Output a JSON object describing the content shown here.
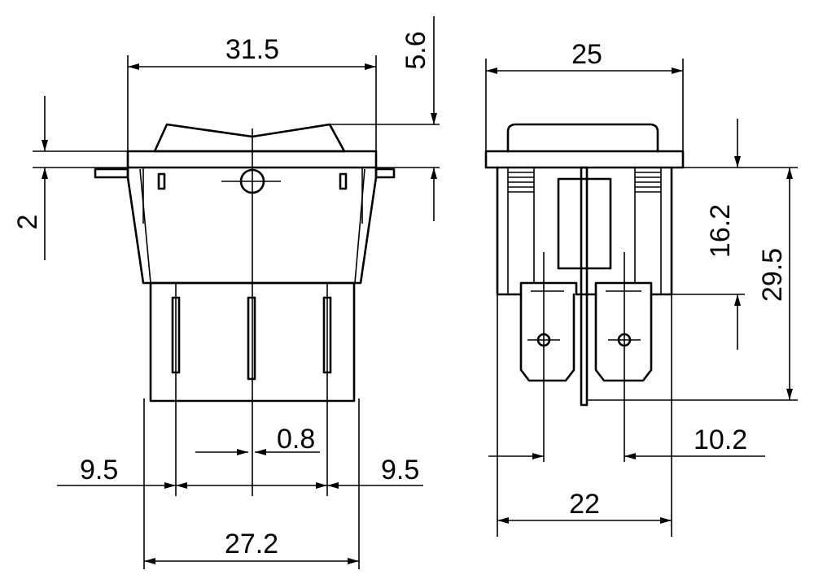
{
  "dimensions": {
    "front_width": "31.5",
    "rocker_height": "5.6",
    "flange_thickness": "2",
    "terminal_thickness": "0.8",
    "terminal_pitch_left": "9.5",
    "terminal_pitch_right": "9.5",
    "body_width": "27.2",
    "side_width": "25",
    "terminal_length": "16.2",
    "total_depth": "29.5",
    "terminal_spacing": "10.2",
    "side_body_width": "22"
  },
  "colors": {
    "line": "#000000",
    "background": "#ffffff"
  }
}
